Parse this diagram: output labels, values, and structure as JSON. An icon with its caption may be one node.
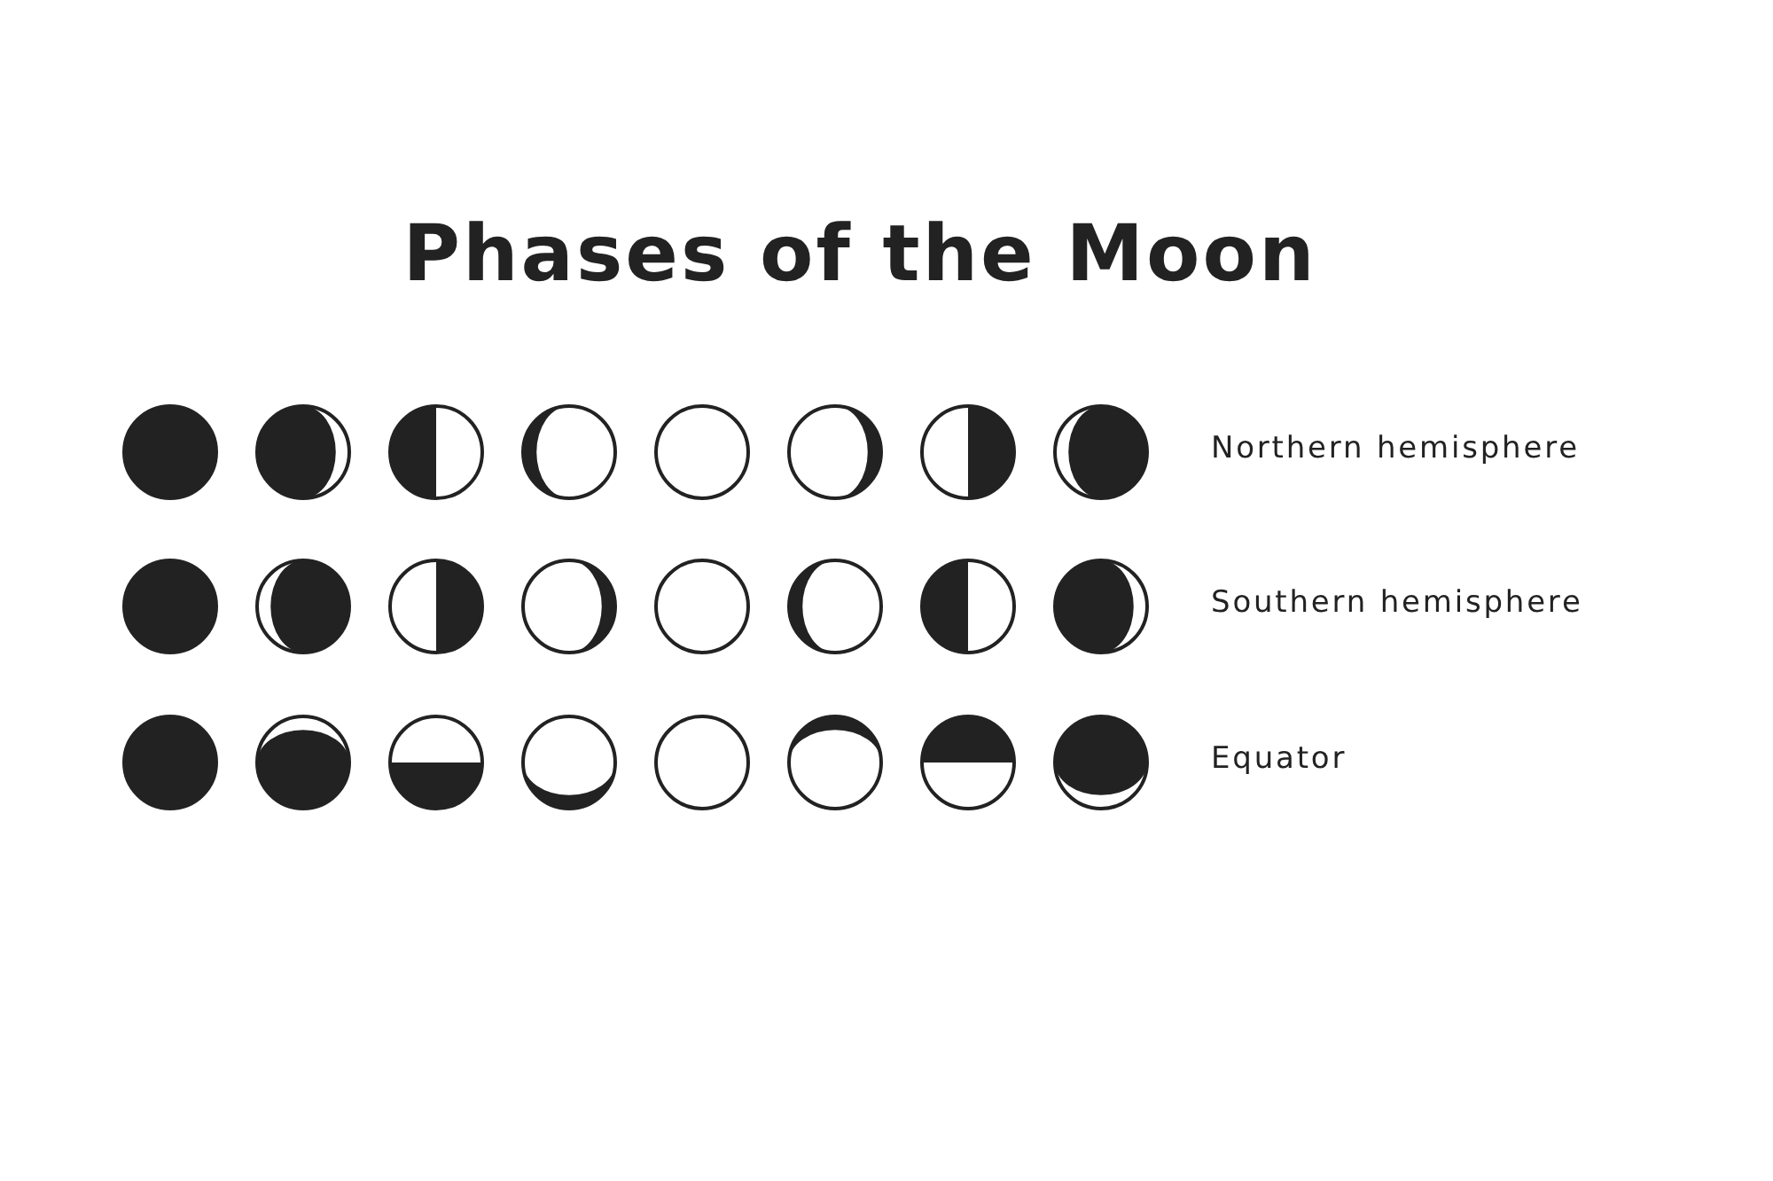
{
  "diagram": {
    "title": "Phases of the Moon",
    "labels": [
      "Northern hemisphere",
      "Southern hemisphere",
      "Equator"
    ]
  }
}
